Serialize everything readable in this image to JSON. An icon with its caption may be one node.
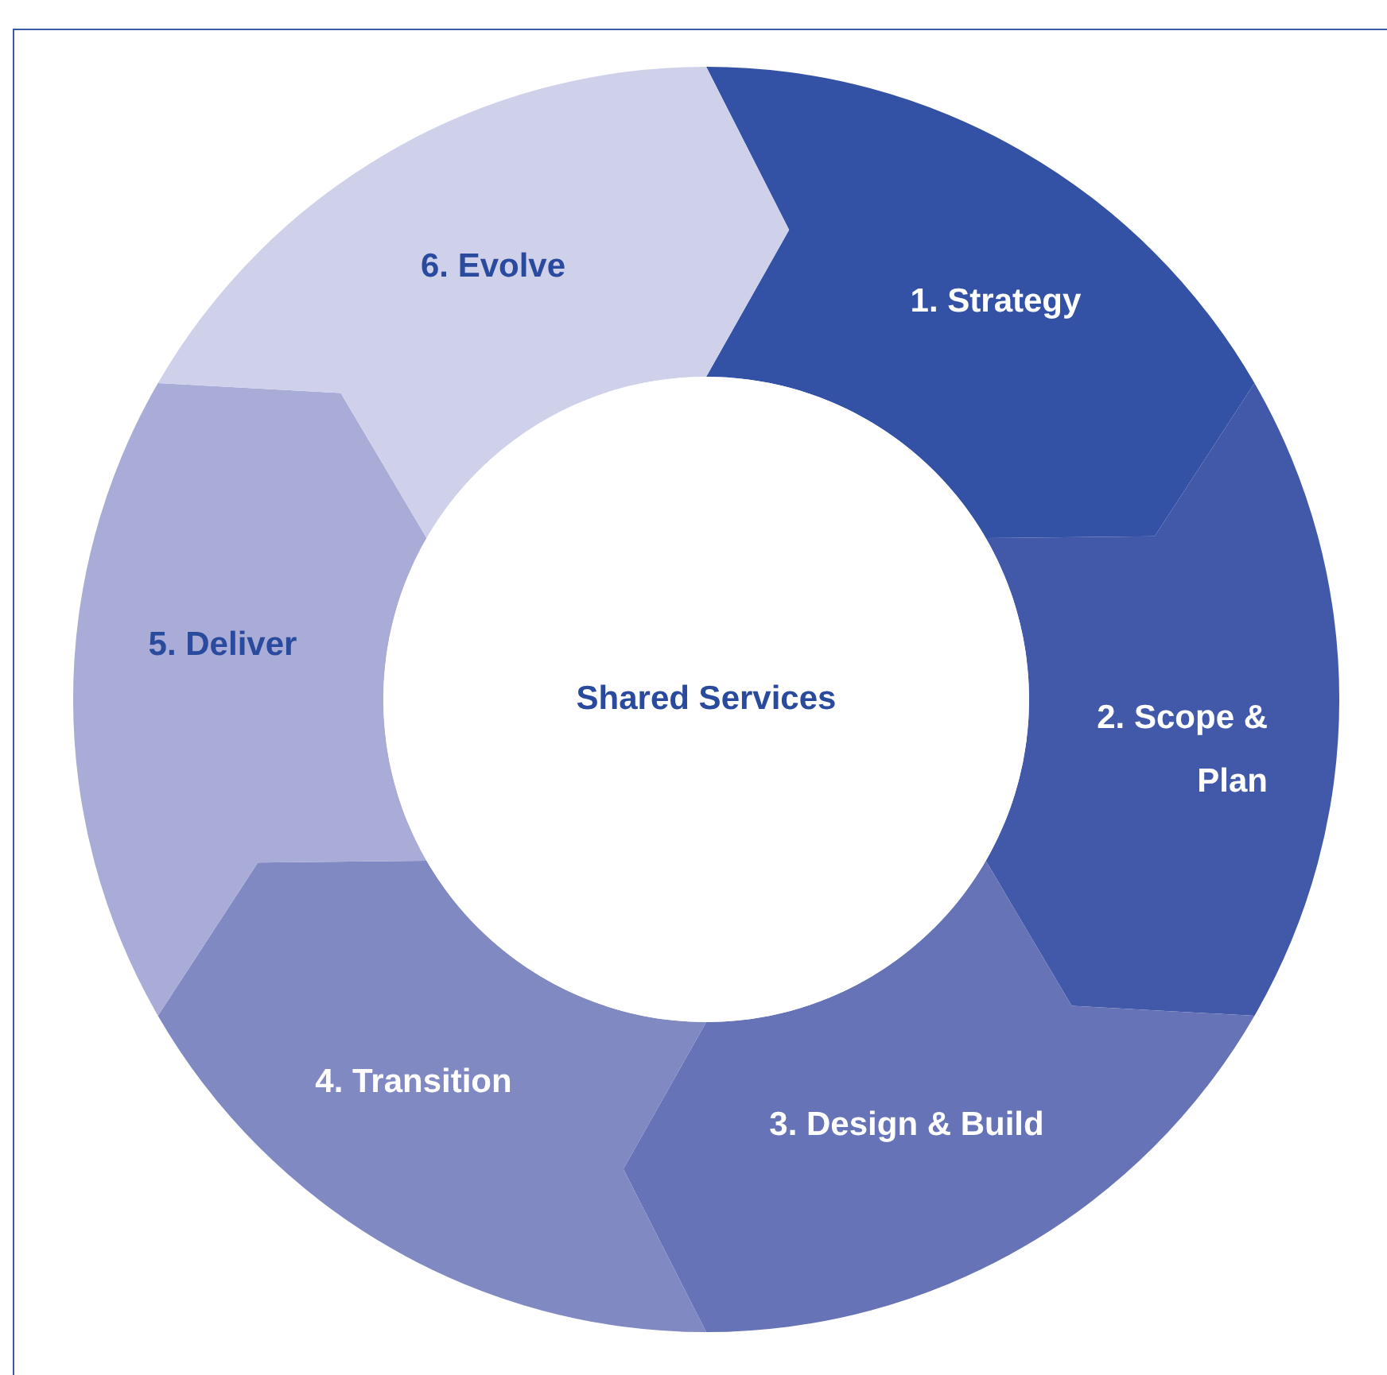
{
  "diagram": {
    "nodes": [
      {
        "text": [
          "1. Strategy"
        ]
      },
      {
        "text": [
          "2. Scope & Plan"
        ]
      },
      {
        "text": [
          "3. Design & Build"
        ]
      },
      {
        "text": [
          "4. Transition"
        ]
      },
      {
        "text": [
          "5. Deliver"
        ]
      },
      {
        "text": [
          "6. Evolve"
        ]
      },
      {
        "text": [
          "Shared Services"
        ]
      }
    ]
  }
}
